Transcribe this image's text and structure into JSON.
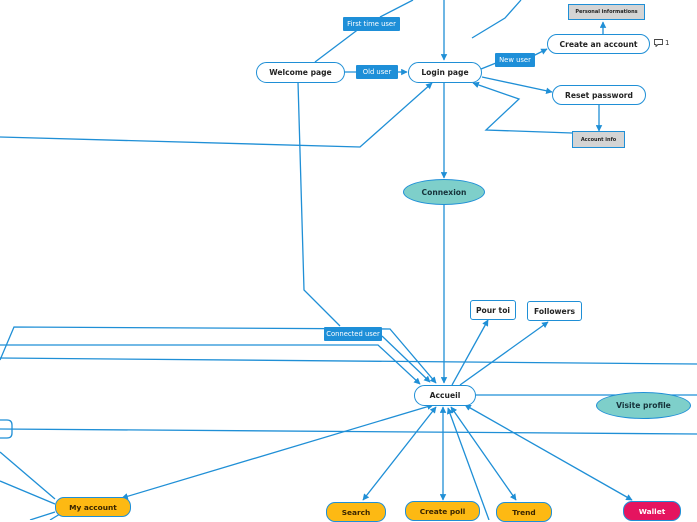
{
  "diagram": {
    "nodes": {
      "welcome_page": "Welcome page",
      "login_page": "Login page",
      "first_time_user": "First time user",
      "old_user": "Old user",
      "new_user": "New user",
      "create_account": "Create an account",
      "personal_informations": "Personal informations",
      "reset_password": "Reset password",
      "account_info": "Account info",
      "connexion": "Connexion",
      "connected_user": "Connected user",
      "pour_toi": "Pour toi",
      "followers": "Followers",
      "accueil": "Accueil",
      "visite_profile": "Visite profile",
      "my_account": "My account",
      "search": "Search",
      "create_poll": "Create poll",
      "trend": "Trend",
      "wallet": "Wallet"
    },
    "comment_count": "1",
    "colors": {
      "line": "#1f8fd6",
      "label_blue": "#1e8fd8",
      "teal": "#7ecfca",
      "yellow": "#fdb913",
      "pink": "#e5145f",
      "grey": "#d4d4d4"
    }
  }
}
